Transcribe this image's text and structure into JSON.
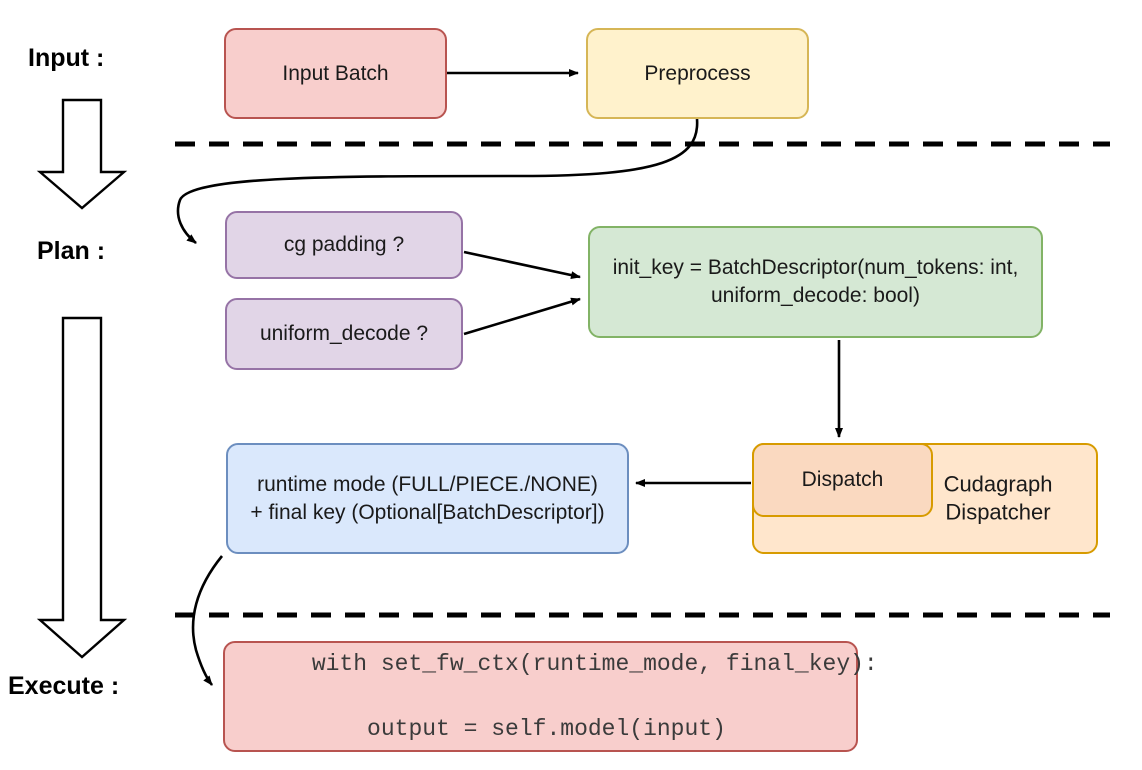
{
  "diagram": {
    "title_stages": [
      {
        "id": "input",
        "label": "Input :"
      },
      {
        "id": "plan",
        "label": "Plan :"
      },
      {
        "id": "execute",
        "label": "Execute :"
      }
    ],
    "nodes": {
      "input_batch": {
        "label": "Input Batch",
        "color": "#f8cecc",
        "border": "#b85450"
      },
      "preprocess": {
        "label": "Preprocess",
        "color": "#fff2cc",
        "border": "#d6b656"
      },
      "cg_padding": {
        "label": "cg padding ?",
        "color": "#e1d5e7",
        "border": "#9673a6"
      },
      "uniform_decode": {
        "label": "uniform_decode ?",
        "color": "#e1d5e7",
        "border": "#9673a6"
      },
      "init_key": {
        "line1": "init_key = BatchDescriptor(num_tokens: int,",
        "line2": "uniform_decode: bool)",
        "color": "#d5e8d4",
        "border": "#82b366"
      },
      "cudagraph_dispatcher": {
        "line1": "Cudagraph",
        "line2": "Dispatcher",
        "color": "#ffe6cc",
        "border": "#d79b00"
      },
      "dispatch": {
        "label": "Dispatch",
        "color": "#fad9c0",
        "border": "#d79b00"
      },
      "runtime_mode": {
        "line1": "runtime mode (FULL/PIECE./NONE)",
        "line2": "+ final key (Optional[BatchDescriptor])",
        "color": "#dae8fc",
        "border": "#6c8ebf"
      },
      "execute_code": {
        "line1": "with set_fw_ctx(runtime_mode, final_key):",
        "line2": "    output = self.model(input)",
        "color": "#f8cecc",
        "border": "#b85450"
      }
    },
    "separators": {
      "dashed_color": "#000000",
      "count": 2
    },
    "flow_arrows": {
      "color": "#000000"
    }
  }
}
